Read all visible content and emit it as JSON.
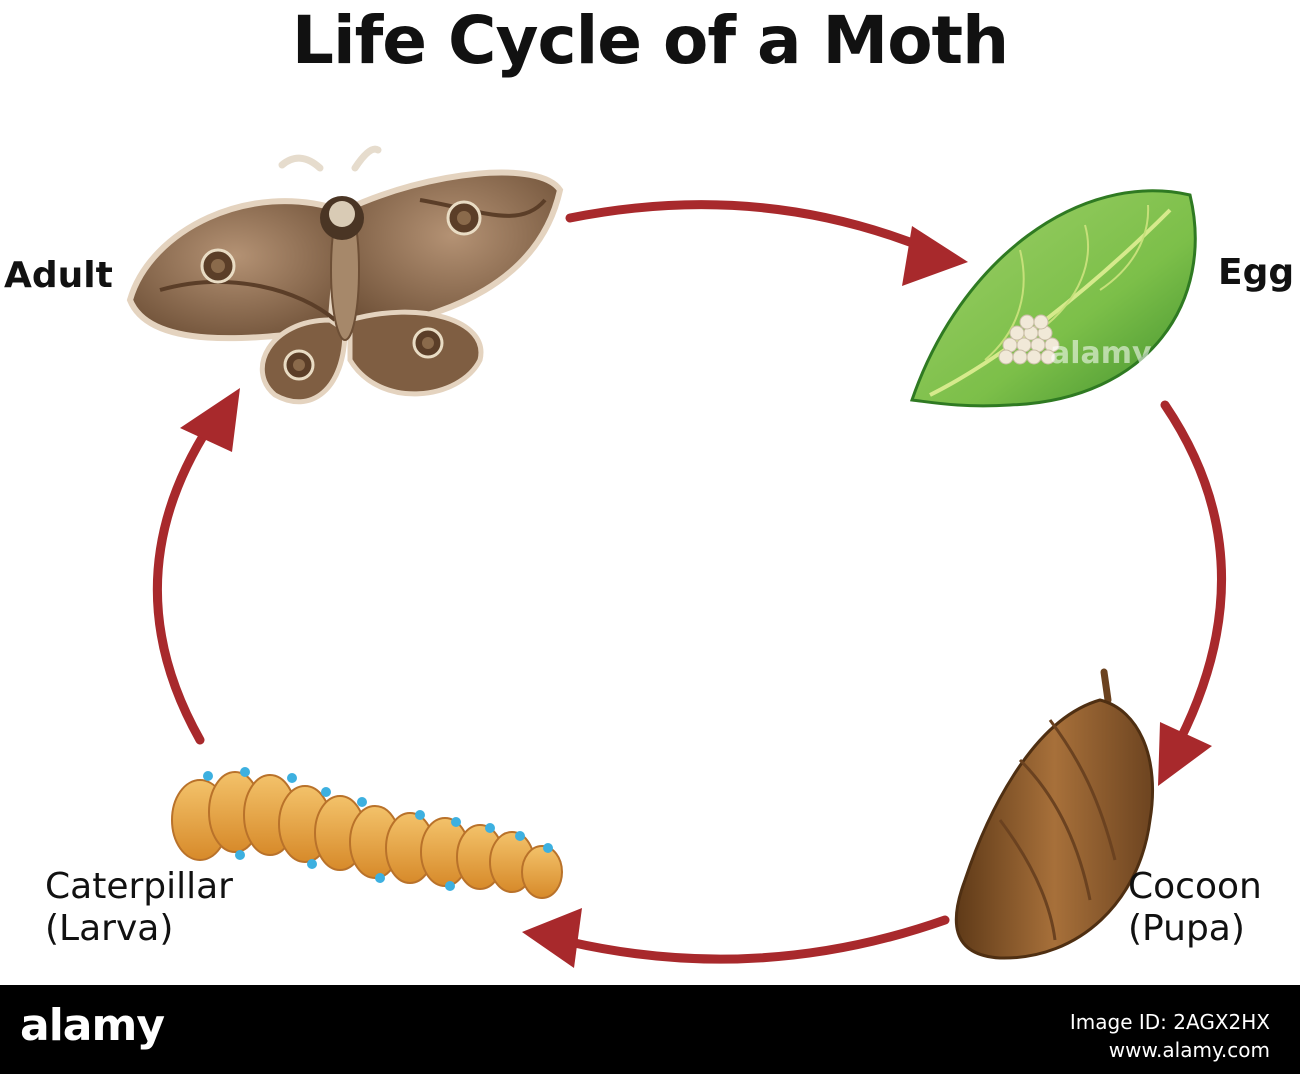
{
  "title": "Life Cycle of a Moth",
  "stages": {
    "adult": {
      "label": "Adult"
    },
    "egg": {
      "label": "Egg"
    },
    "caterpillar": {
      "label": "Caterpillar",
      "sublabel": "(Larva)"
    },
    "cocoon": {
      "label": "Cocoon",
      "sublabel": "(Pupa)"
    }
  },
  "watermark": {
    "brand": "alamy",
    "image_id_line": "Image ID: 2AGX2HX",
    "site": "www.alamy.com",
    "leaf_mark": "alamy"
  },
  "colors": {
    "arrow": "#a8292c",
    "moth_wing": "#7a5a3f",
    "moth_dark": "#5b3e28",
    "leaf": "#5aa53a",
    "leaf_light": "#b9d95c",
    "eggs": "#efe6d3",
    "cocoon": "#8b5a2b",
    "caterpillar": "#e9a64a",
    "spots": "#3db0e0"
  }
}
